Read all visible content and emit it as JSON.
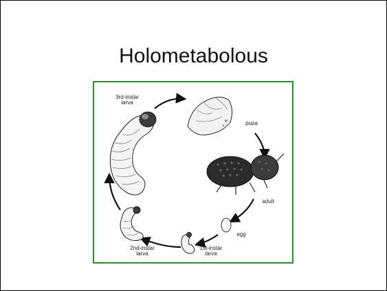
{
  "slide": {
    "title": "Holometabolous"
  },
  "diagram": {
    "border_color": "#2e8b2e",
    "stages": {
      "third_instar": [
        "3rd-instar",
        "larva"
      ],
      "pupa": "pupa",
      "adult": "adult",
      "egg": "egg",
      "first_instar": [
        "1st-instar",
        "larva"
      ],
      "second_instar": [
        "2nd-instar",
        "larva"
      ]
    }
  }
}
